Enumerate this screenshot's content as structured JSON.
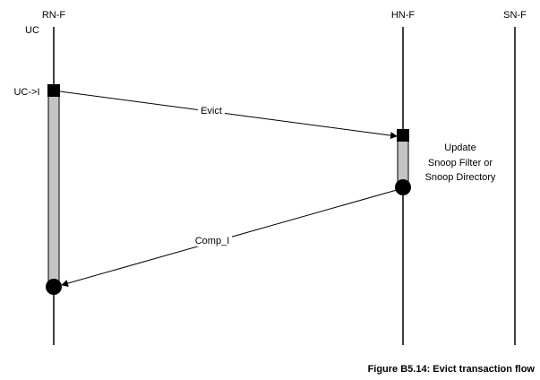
{
  "nodes": {
    "rn": "RN-F",
    "hn": "HN-F",
    "sn": "SN-F"
  },
  "states": {
    "initial": "UC",
    "transition": "UC->I"
  },
  "messages": {
    "evict": "Evict",
    "comp": "Comp_I"
  },
  "annotation": {
    "line1": "Update",
    "line2": "Snoop Filter or",
    "line3": "Snoop Directory"
  },
  "caption": "Figure B5.14: Evict transaction flow"
}
